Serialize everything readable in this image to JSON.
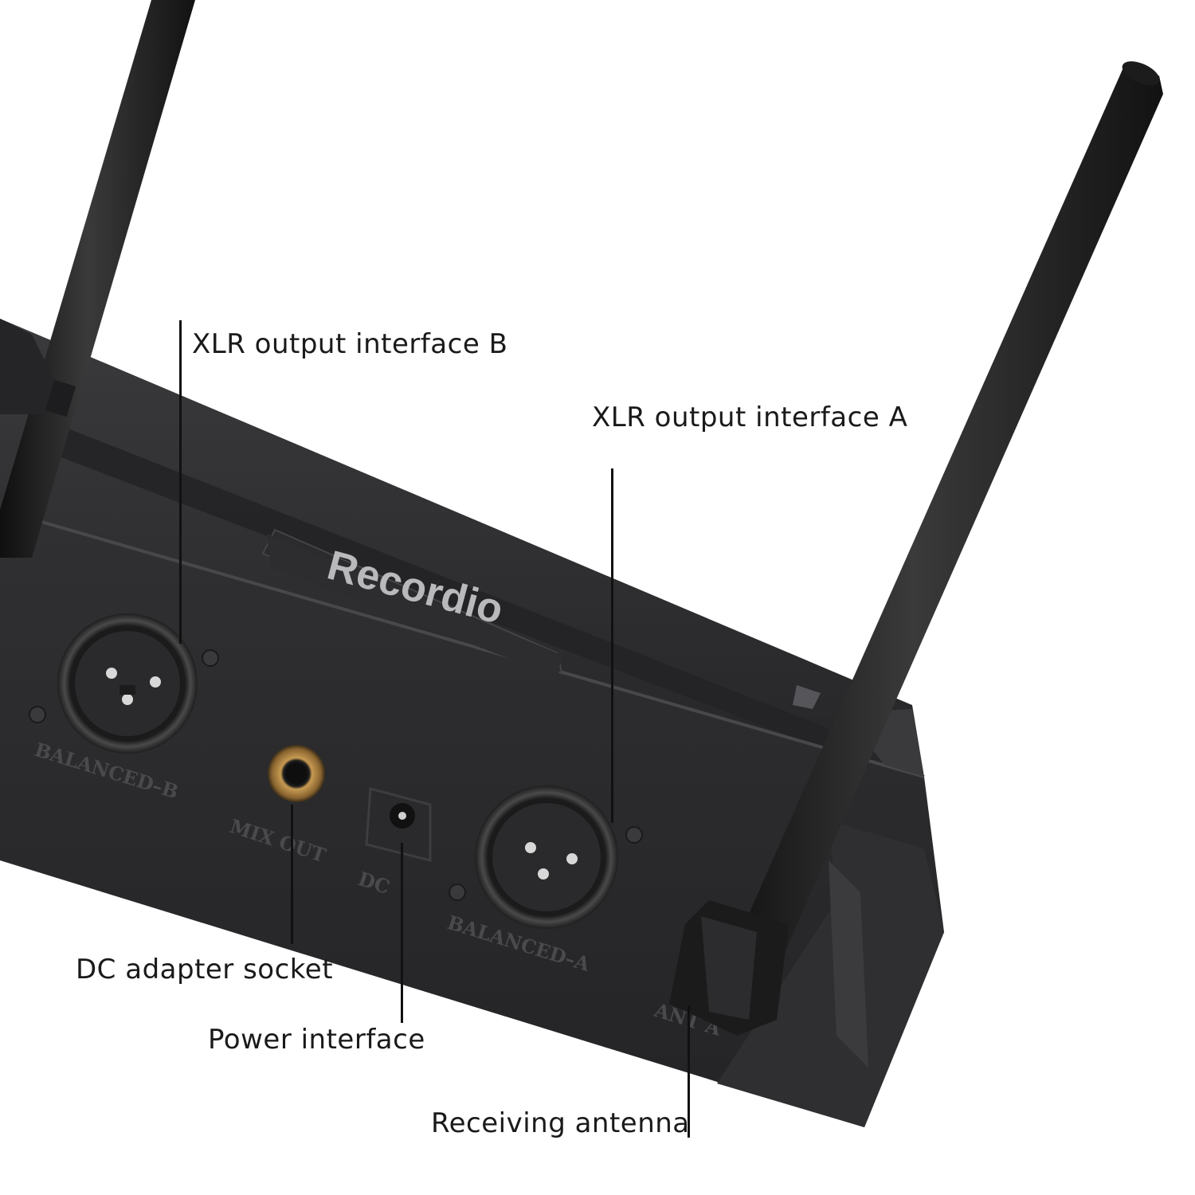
{
  "device": {
    "brand": "Recordio",
    "ports": {
      "xlr_b": "BALANCED–B",
      "mix_out": "MIX OUT",
      "dc": "DC",
      "xlr_a": "BALANCED–A",
      "antenna": "ANT A"
    }
  },
  "callouts": {
    "xlr_b": "XLR output interface B",
    "xlr_a": "XLR output interface A",
    "dc_socket": "DC adapter socket",
    "power": "Power interface",
    "antenna": "Receiving antenna"
  },
  "colors": {
    "background": "#ffffff",
    "body": "#2b2b2d",
    "antenna": "#1c1c1c",
    "brass": "#b48a44"
  }
}
